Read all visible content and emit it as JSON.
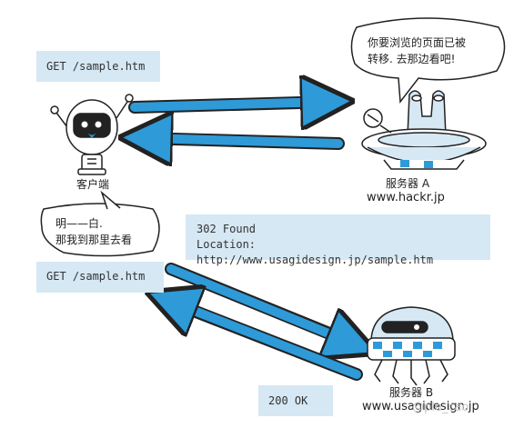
{
  "request_1": "GET /sample.htm",
  "response_302": {
    "status_line": "302 Found",
    "location_line": "Location: http://www.usagidesign.jp/sample.htm"
  },
  "request_2": "GET /sample.htm",
  "response_200": "200 OK",
  "client": {
    "label": "客户端",
    "speech": [
      "明——白.",
      "那我到那里去看"
    ]
  },
  "server_a": {
    "label": "服务器 A",
    "host": "www.hackr.jp",
    "speech": [
      "你要浏览的页面已被",
      "转移. 去那边看吧!"
    ]
  },
  "server_b": {
    "label": "服务器 B",
    "host": "www.usagidesign.jp"
  },
  "watermark": "@ple_cao",
  "colors": {
    "arrow": "#2e9ad8",
    "box": "#d5e8f4",
    "outline": "#222222"
  }
}
